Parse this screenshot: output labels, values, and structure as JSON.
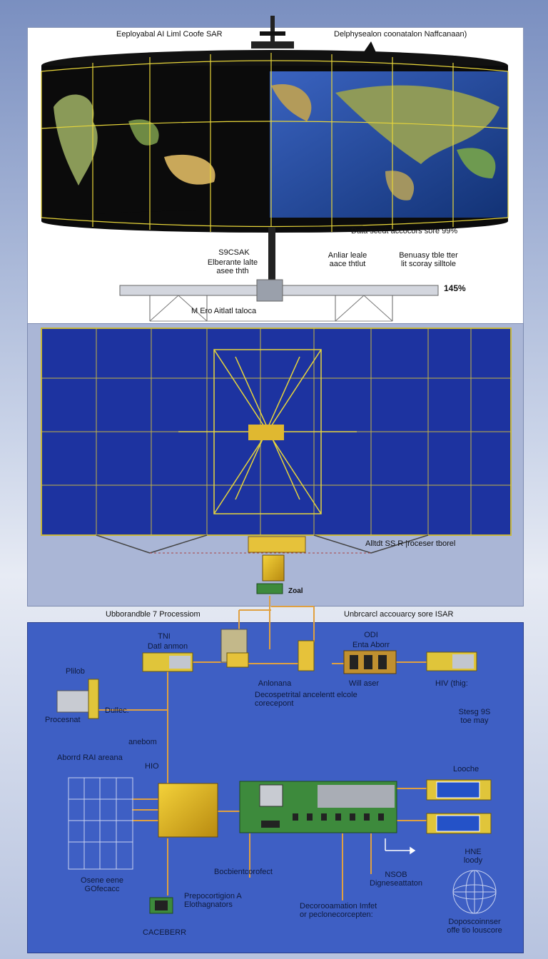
{
  "top": {
    "title_left": "Eeployabal AI Liml Coofe SAR",
    "title_right": "Delphysealon coonatalon Naffcanaan)",
    "accuracy": "Data scedt accocors sore 99%",
    "percent": "145%",
    "label_sar": "S9CSAK",
    "label_sar_sub": "Elberante lalte\nasee thth",
    "label_antenna": "Anliar leale\naace thtlut",
    "label_boundary": "Benuasy tble tter\nlit scoray silltole",
    "label_base": "M Ero Aitlatl taloca"
  },
  "mid": {
    "processor_label": "Alltdt SS R |roceser tborel",
    "chip_label": "Zoal"
  },
  "bottom": {
    "title_left": "Ubborandble 7 Processiom",
    "title_right": "Unbrcarcl accouarcy sore ISAR",
    "data_antenna_top": "TNI",
    "data_antenna": "Datl anmon",
    "data_node_top": "ODI",
    "data_node": "Enta Aborr",
    "pilot": "Plilob",
    "procesnat": "Procesnat",
    "dullec": "Dullec.",
    "antenna": "Anlonana",
    "decoder": "Decospetrital ancelentt elcole\ncorecepont",
    "will_aser": "Will aser",
    "hiv": "HIV (thig:",
    "anebom": "anebom",
    "stesg": "Stesg 9S\ntoe may",
    "aboard": "Aborrd RAI areana",
    "hio": "HIO",
    "looche": "Looche",
    "grid_label": "Osene eene\nGOfecacc",
    "boobien": "Bocbientcorofect",
    "hne": "HNE\nloody",
    "nsob": "NSOB\nDigneseattaton",
    "prepo": "Prepocortigion A\nElothagnators",
    "decor": "Decorooamation Imfet\nor peclonecorcepten:",
    "doposc": "Doposcoinnser\noffe tio louscore",
    "caceber": "CACEBERR"
  },
  "colors": {
    "globe_ocean": "#2b4fa8",
    "solar_panel": "#1d33a0",
    "frame_yellow": "#e8d63a",
    "wire_orange": "#e0a040",
    "board_green": "#3d8a3c"
  }
}
